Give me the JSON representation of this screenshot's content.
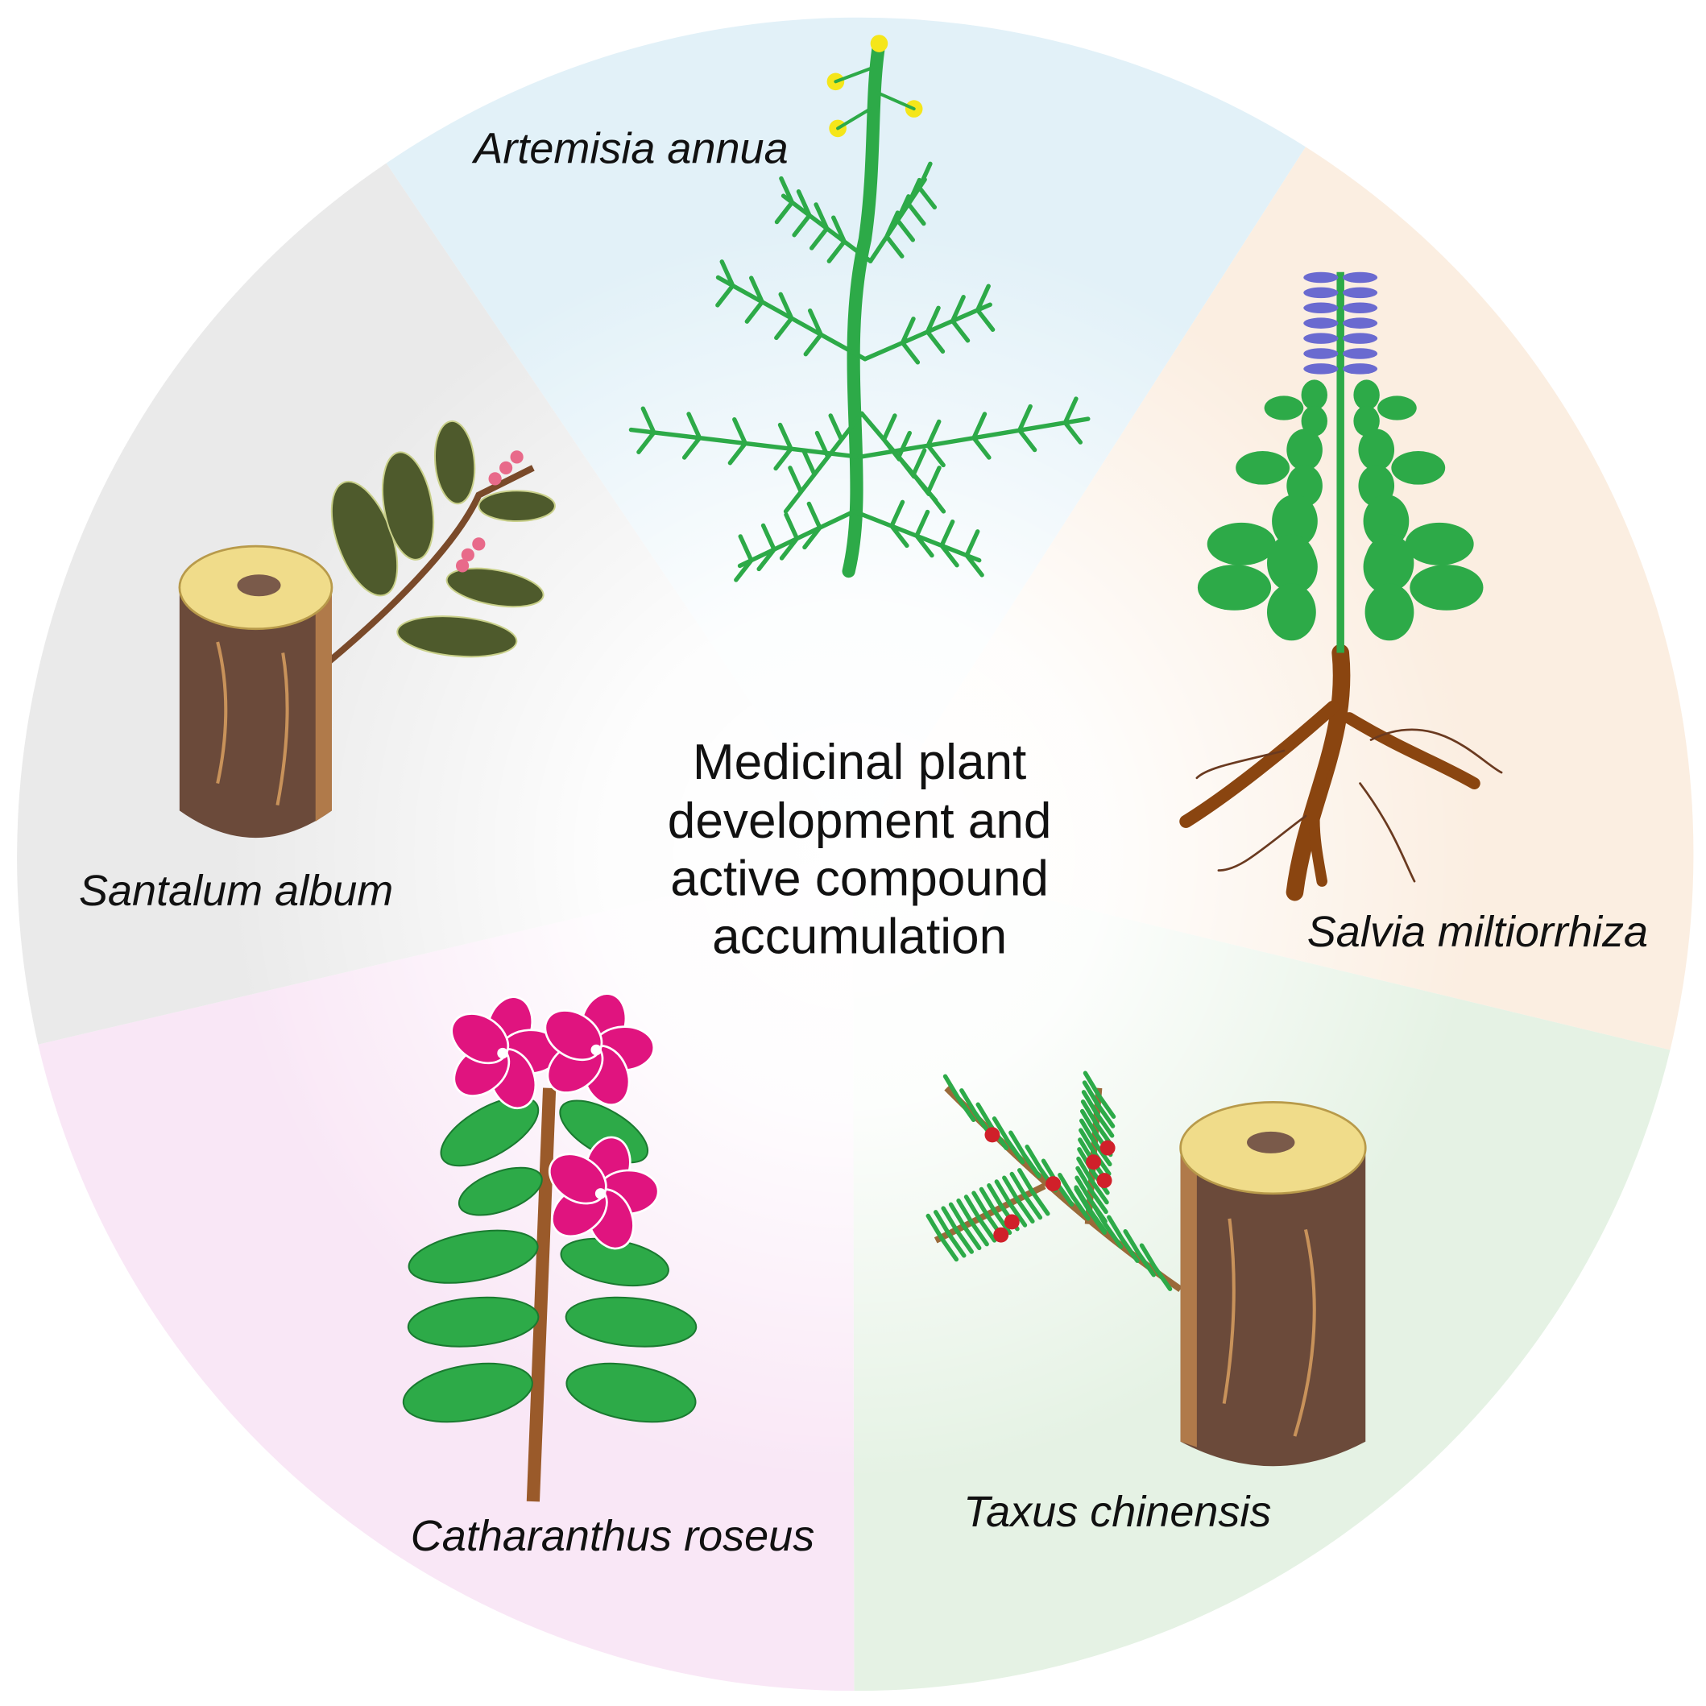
{
  "title_lines": [
    "Medicinal plant",
    "development and",
    "active compound",
    "accumulation"
  ],
  "plants": {
    "artemisia": {
      "label": "Artemisia annua",
      "sector_color": "#e2f1f8"
    },
    "salvia": {
      "label": "Salvia miltiorrhiza",
      "sector_color": "#fbeee1"
    },
    "taxus": {
      "label": "Taxus chinensis",
      "sector_color": "#e5f2e4"
    },
    "catharanthus": {
      "label": "Catharanthus roseus",
      "sector_color": "#f9e7f6"
    },
    "santalum": {
      "label": "Santalum album",
      "sector_color": "#eaeaea"
    }
  },
  "colors": {
    "leaf": "#2daa48",
    "bark": "#6b4a3a",
    "wood": "#f0dc8a",
    "flower": "#e0147f",
    "salvia_flower": "#6a6ad0",
    "sandal_leaf": "#4e5a2c",
    "berry": "#d0202a"
  }
}
